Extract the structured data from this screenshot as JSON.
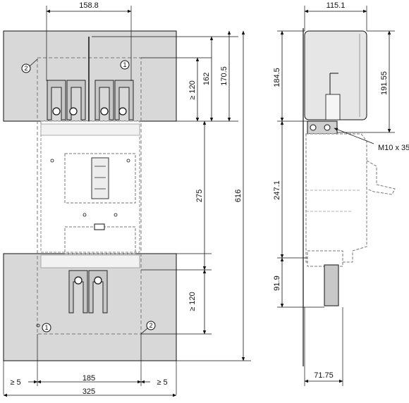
{
  "front_view": {
    "dimensions": {
      "top_width": "158.8",
      "rail_offset": "162",
      "rail_offset_alt": "170.5",
      "top_clearance": "≥ 120",
      "center": "275",
      "bottom_clearance": "≥ 120",
      "total_height": "616",
      "left_gap": "≥ 5",
      "inner_width": "185",
      "right_gap": "≥ 5",
      "total_width": "325"
    },
    "callouts": {
      "top_right": "1",
      "top_left": "2",
      "bottom_left": "1",
      "bottom_right": "2"
    }
  },
  "side_view": {
    "dimensions": {
      "top_width": "115.1",
      "upper_height": "184.5",
      "upper_height_alt": "191.55",
      "middle_height": "247.1",
      "lower_height": "91.9",
      "bottom_width": "71.75"
    },
    "labels": {
      "bolt": "M10 x 35"
    }
  },
  "colors": {
    "plate": "#d8d8d8",
    "line": "#111111",
    "dashed": "#777777",
    "terminal": "#c8c8c8",
    "body": "#e6e6e6"
  }
}
